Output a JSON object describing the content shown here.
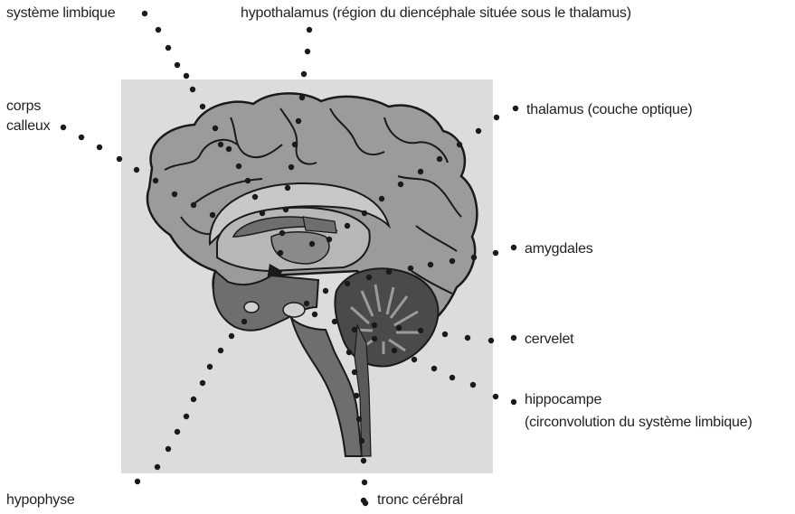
{
  "labels": {
    "systeme_limbique": "système limbique",
    "hypothalamus": "hypothalamus (région du diencéphale située sous le thalamus)",
    "corps_calleux_1": "corps",
    "corps_calleux_2": "calleux",
    "thalamus": "thalamus (couche optique)",
    "amygdales": "amygdales",
    "cervelet": "cervelet",
    "hippocampe_1": "hippocampe",
    "hippocampe_2": "(circonvolution du système limbique)",
    "hypophyse": "hypophyse",
    "tronc_cerebral": "tronc cérébral"
  },
  "colors": {
    "background_panel": "#dcdcdd",
    "cortex_fill": "#9b9b9d",
    "inner_fill": "#b7b7b9",
    "deep_fill": "#6e6e70",
    "dark_fill": "#4a4a4c",
    "outline": "#1a1a1a",
    "dot": "#1a1a1a",
    "text": "#231f20"
  }
}
